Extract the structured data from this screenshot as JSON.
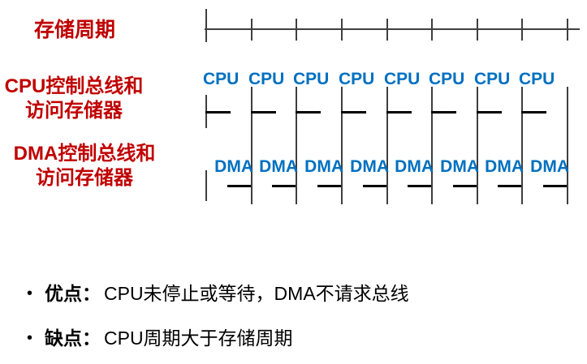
{
  "colors": {
    "label_red": "#C00000",
    "cpu_dma_blue": "#0070C0",
    "grid_line": "#3f3f3f",
    "activity_bar": "#000000",
    "background": "#ffffff"
  },
  "diagram": {
    "row_labels": [
      {
        "id": "memory-cycle",
        "lines": [
          "存储周期"
        ]
      },
      {
        "id": "cpu-bus",
        "lines": [
          "CPU控制总线和",
          "访问存储器"
        ]
      },
      {
        "id": "dma-bus",
        "lines": [
          "DMA控制总线和",
          "访问存储器"
        ]
      }
    ],
    "tick_count": 9,
    "cpu_labels": [
      "CPU",
      "CPU",
      "CPU",
      "CPU",
      "CPU",
      "CPU",
      "CPU",
      "CPU"
    ],
    "dma_labels": [
      "DMA",
      "DMA",
      "DMA",
      "DMA",
      "DMA",
      "DMA",
      "DMA",
      "DMA"
    ]
  },
  "bullets": [
    {
      "bullet": "•",
      "term": "优点",
      "colon": "：",
      "text": "CPU未停止或等待，DMA不请求总线"
    },
    {
      "bullet": "•",
      "term": "缺点",
      "colon": "：",
      "text": "CPU周期大于存储周期"
    }
  ]
}
